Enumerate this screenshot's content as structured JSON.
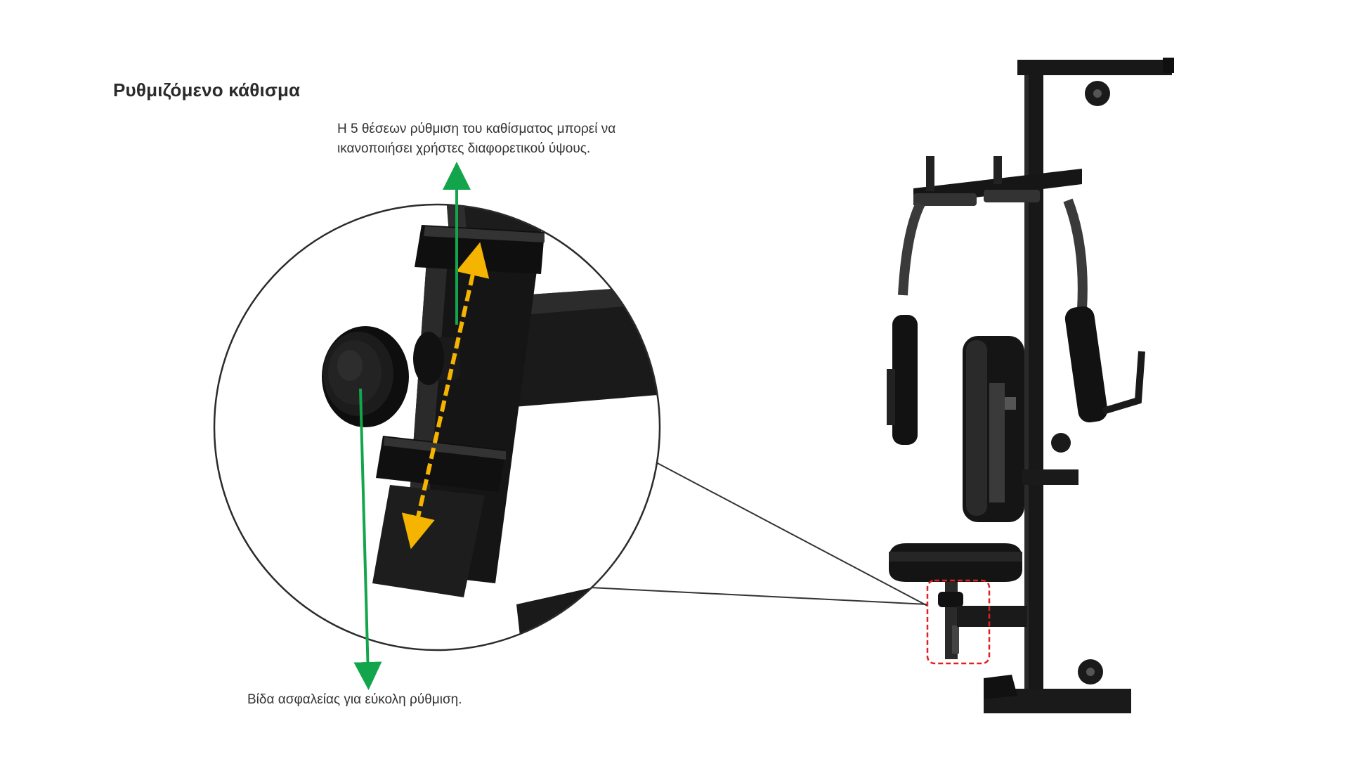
{
  "heading": {
    "title": "Ρυθμιζόμενο κάθισμα"
  },
  "annotations": {
    "seat_positions_line1": "Η 5 θέσεων ρύθμιση του καθίσματος μπορεί να",
    "seat_positions_line2": "ικανοποιήσει χρήστες διαφορετικού ύψους.",
    "safety_screw": "Βίδα ασφαλείας για εύκολη ρύθμιση."
  },
  "colors": {
    "pointer_arrow": "#13a54b",
    "adjust_arrow": "#f5b400",
    "highlight_box": "#e02020",
    "frame": "#151515",
    "leader_line": "#333333"
  },
  "icons": {
    "knob": "adjustment-knob-icon",
    "machine": "pec-deck-machine-illustration"
  }
}
